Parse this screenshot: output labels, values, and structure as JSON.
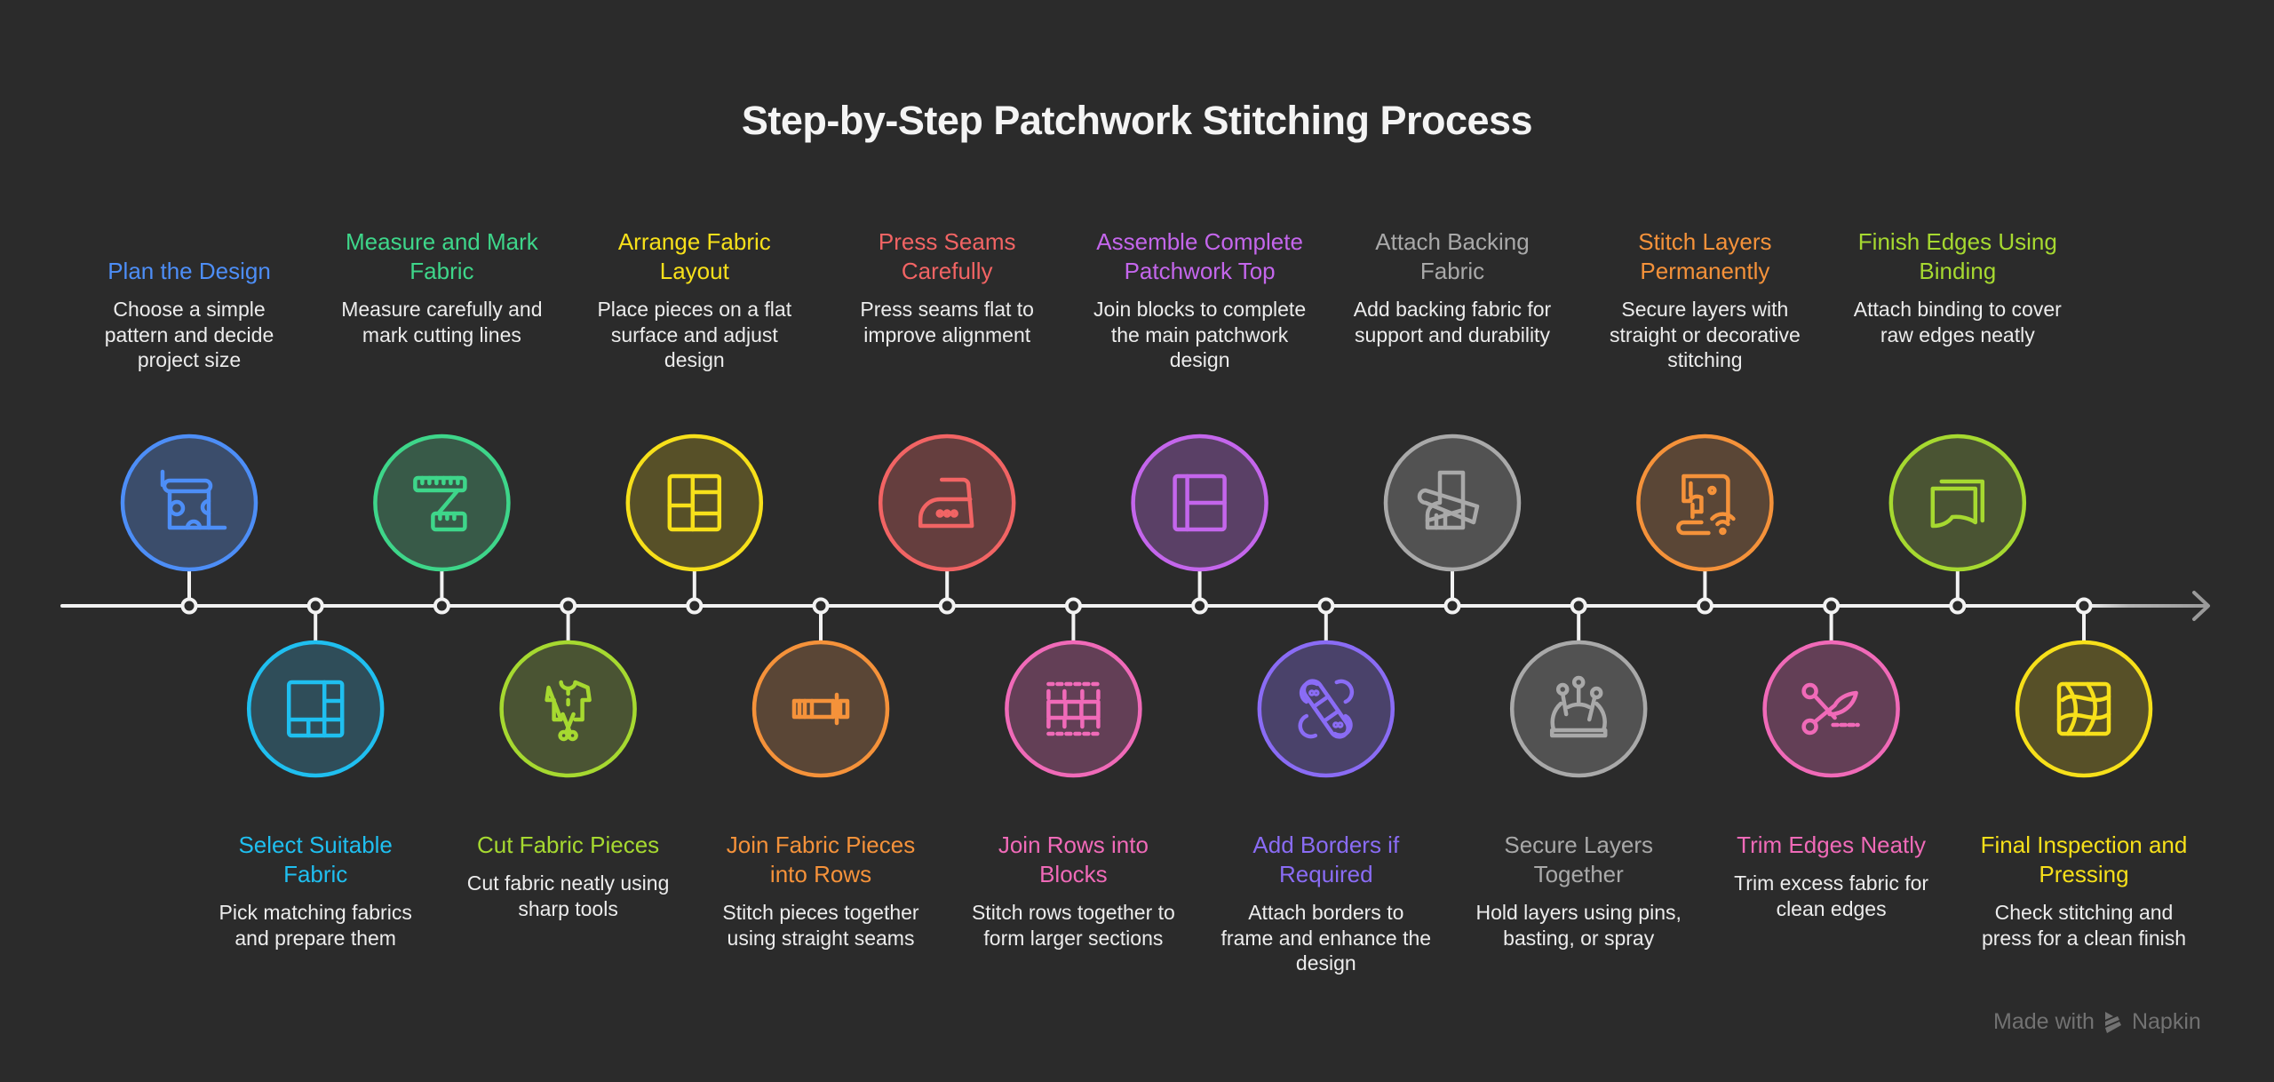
{
  "title": "Step-by-Step Patchwork Stitching Process",
  "timeline": {
    "line_color": "#f2f2f2",
    "arrow_color": "#9a9a9a"
  },
  "steps": [
    {
      "n": 1,
      "position": "top",
      "title": "Plan the Design",
      "description": "Choose a simple pattern and decide project size",
      "color": "#4d8ef7",
      "fill": "#3b4d6b",
      "icon": "blueprint-scroll-icon"
    },
    {
      "n": 2,
      "position": "bottom",
      "title": "Select Suitable Fabric",
      "description": "Pick matching fabrics and prepare them",
      "color": "#1fbff0",
      "fill": "#2f4d59",
      "icon": "fabric-grid-icon"
    },
    {
      "n": 3,
      "position": "top",
      "title": "Measure and Mark Fabric",
      "description": "Measure carefully and mark cutting lines",
      "color": "#3ed68a",
      "fill": "#385a48",
      "icon": "measuring-tape-icon"
    },
    {
      "n": 4,
      "position": "bottom",
      "title": "Cut Fabric Pieces",
      "description": "Cut fabric neatly using sharp tools",
      "color": "#a6d930",
      "fill": "#4a5433",
      "icon": "shirt-scissors-icon"
    },
    {
      "n": 5,
      "position": "top",
      "title": "Arrange Fabric Layout",
      "description": "Place pieces on a flat surface and adjust design",
      "color": "#f7e01a",
      "fill": "#575028",
      "icon": "layout-grid-icon"
    },
    {
      "n": 6,
      "position": "bottom",
      "title": "Join Fabric Pieces into Rows",
      "description": "Stitch pieces together using straight seams",
      "color": "#f5923a",
      "fill": "#5a4636",
      "icon": "fabric-roll-icon"
    },
    {
      "n": 7,
      "position": "top",
      "title": "Press Seams Carefully",
      "description": "Press seams flat to improve alignment",
      "color": "#f26464",
      "fill": "#653e3e",
      "icon": "iron-icon"
    },
    {
      "n": 8,
      "position": "bottom",
      "title": "Join Rows into Blocks",
      "description": "Stitch rows together to form larger sections",
      "color": "#f06ab8",
      "fill": "#633f56",
      "icon": "stitched-row-icon"
    },
    {
      "n": 9,
      "position": "top",
      "title": "Assemble Complete Patchwork Top",
      "description": "Join blocks to complete the main patchwork design",
      "color": "#c466ec",
      "fill": "#5a4066",
      "icon": "panel-layout-icon"
    },
    {
      "n": 10,
      "position": "bottom",
      "title": "Add Borders if Required",
      "description": "Attach borders to frame and enhance the design",
      "color": "#8a6cf5",
      "fill": "#4a426a",
      "icon": "crossed-bandage-icon"
    },
    {
      "n": 11,
      "position": "top",
      "title": "Attach Backing Fabric",
      "description": "Add backing fabric for support and durability",
      "color": "#a9a9a9",
      "fill": "#525252",
      "icon": "fabric-wrap-icon"
    },
    {
      "n": 12,
      "position": "bottom",
      "title": "Secure Layers Together",
      "description": "Hold layers using pins, basting, or spray",
      "color": "#a9a9a9",
      "fill": "#525252",
      "icon": "pin-cushion-icon"
    },
    {
      "n": 13,
      "position": "top",
      "title": "Stitch Layers Permanently",
      "description": "Secure layers with straight or decorative stitching",
      "color": "#f5923a",
      "fill": "#5a4636",
      "icon": "sewing-machine-icon"
    },
    {
      "n": 14,
      "position": "bottom",
      "title": "Trim Edges Neatly",
      "description": "Trim excess fabric for clean edges",
      "color": "#f06ab8",
      "fill": "#633f56",
      "icon": "scissors-cut-icon"
    },
    {
      "n": 15,
      "position": "top",
      "title": "Finish Edges Using Binding",
      "description": "Attach binding to cover raw edges neatly",
      "color": "#a6d930",
      "fill": "#4a5433",
      "icon": "binding-layers-icon"
    },
    {
      "n": 16,
      "position": "bottom",
      "title": "Final Inspection and Pressing",
      "description": "Check stitching and press for a clean finish",
      "color": "#f7e01a",
      "fill": "#575028",
      "icon": "quilt-pattern-icon"
    }
  ],
  "footer": {
    "made_with": "Made with",
    "brand": "Napkin",
    "color": "#727272"
  }
}
